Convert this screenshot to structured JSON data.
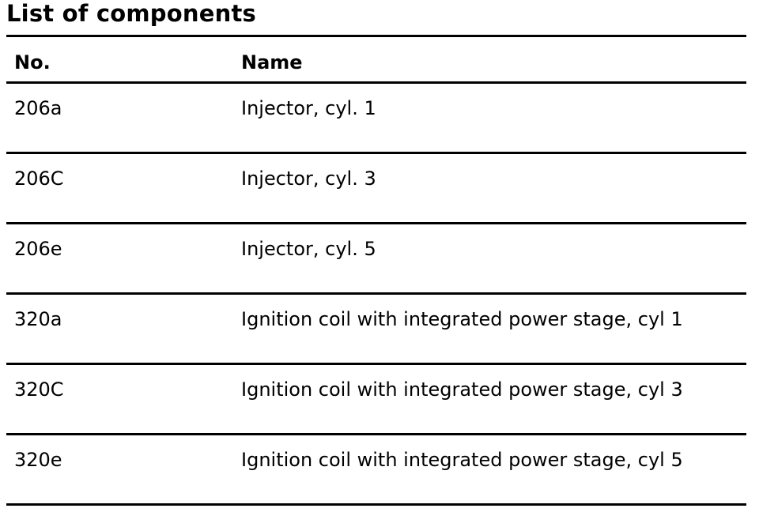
{
  "title": "List of components",
  "table": {
    "headers": {
      "no": "No.",
      "name": "Name"
    },
    "rows": [
      {
        "no": "206a",
        "name": "Injector, cyl. 1"
      },
      {
        "no": "206C",
        "name": "Injector, cyl. 3"
      },
      {
        "no": "206e",
        "name": "Injector, cyl. 5"
      },
      {
        "no": "320a",
        "name": "Ignition coil with integrated power stage, cyl 1"
      },
      {
        "no": "320C",
        "name": "Ignition coil with integrated power stage, cyl 3"
      },
      {
        "no": "320e",
        "name": "Ignition coil with integrated power stage, cyl 5"
      }
    ]
  }
}
